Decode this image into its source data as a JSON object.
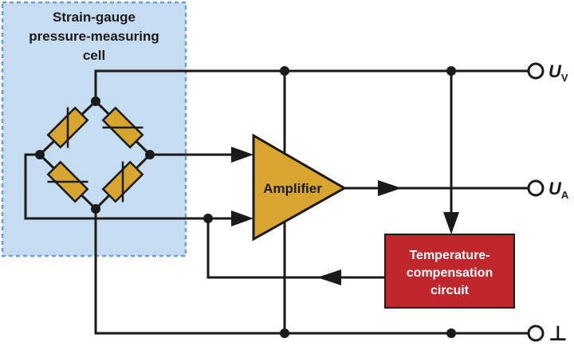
{
  "cell": {
    "title_lines": [
      "Strain-gauge",
      "pressure-measuring",
      "cell"
    ]
  },
  "amplifier": {
    "label": "Amplifier"
  },
  "compensation": {
    "lines": [
      "Temperature-",
      "compensation",
      "circuit"
    ]
  },
  "terminals": {
    "supply": {
      "main": "U",
      "sub": "V"
    },
    "output": {
      "main": "U",
      "sub": "A"
    },
    "ground": {
      "symbol": "⊥"
    }
  },
  "colors": {
    "cell_fill": "#c5dcf1",
    "cell_border": "#6a9fd0",
    "gauge": "#d8a630",
    "amplifier": "#d8a630",
    "compensation": "#c0272d",
    "wire": "#1a1a1a"
  }
}
